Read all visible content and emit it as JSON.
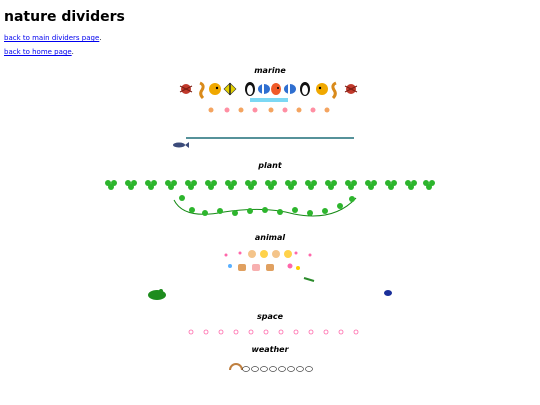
{
  "page": {
    "title": "nature dividers",
    "links": [
      {
        "text": "back to main dividers page"
      },
      {
        "text": "back to home page"
      }
    ],
    "link_suffix": "."
  },
  "sections": [
    {
      "heading": "marine"
    },
    {
      "heading": "plant"
    },
    {
      "heading": "animal"
    },
    {
      "heading": "space"
    },
    {
      "heading": "weather"
    }
  ],
  "colors": {
    "link": "#0000ee",
    "ocean_line": "#1f6f78",
    "clover": "#2db52d",
    "clover_dark": "#158a15",
    "star_pink": "#ff66aa"
  }
}
